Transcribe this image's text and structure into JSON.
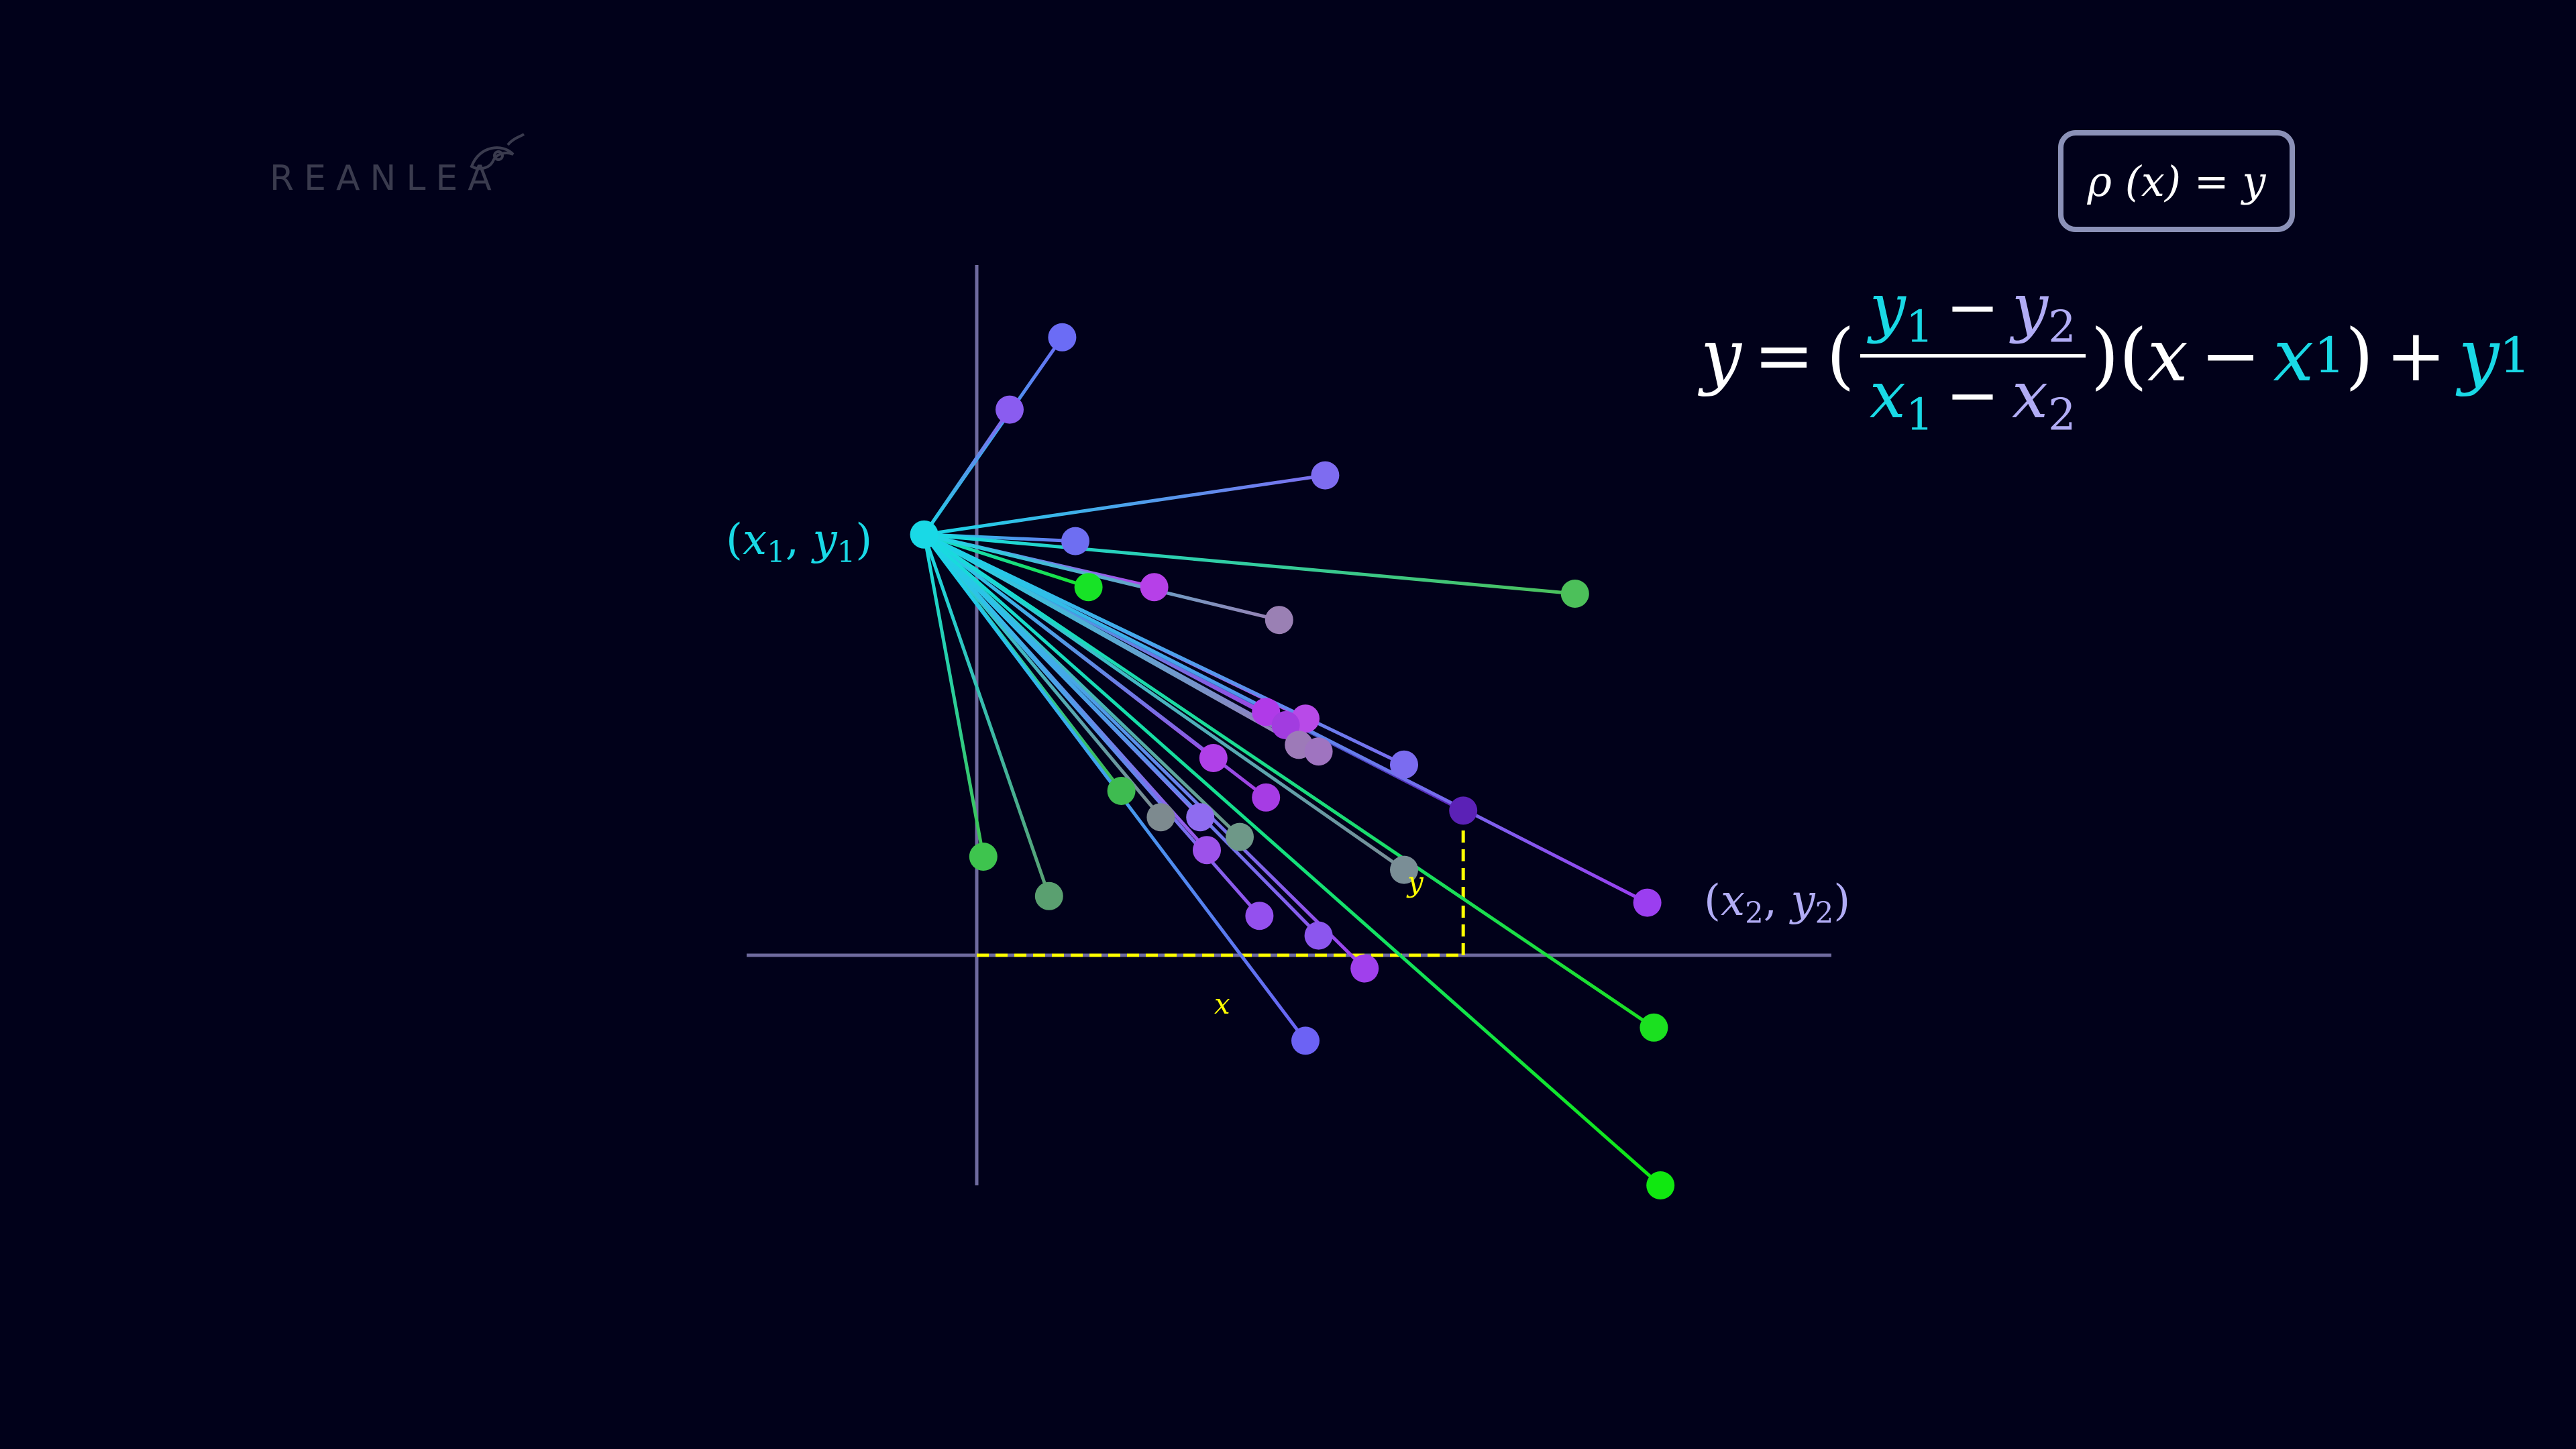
{
  "logo": {
    "text": "REANLEA",
    "icon": "swan-logo-icon"
  },
  "math_box": {
    "text": "ρ (x) = y"
  },
  "formula": {
    "lhs": "y",
    "eq": "=",
    "num_a": "y",
    "num_a_sub": "1",
    "num_op": "−",
    "num_b": "y",
    "num_b_sub": "2",
    "den_a": "x",
    "den_a_sub": "1",
    "den_op": "−",
    "den_b": "x",
    "den_b_sub": "2",
    "open1": "(",
    "close1": ")",
    "open2": "(",
    "x": "x",
    "minus": "−",
    "x1": "x",
    "x1_sub": "1",
    "close2": ")",
    "plus": "+",
    "y1": "y",
    "y1_sub": "1"
  },
  "labels": {
    "p1": {
      "open": "(",
      "a": "x",
      "a_sub": "1",
      "comma": ", ",
      "b": "y",
      "b_sub": "1",
      "close": ")"
    },
    "p2": {
      "open": "(",
      "a": "x",
      "a_sub": "2",
      "comma": ", ",
      "b": "y",
      "b_sub": "2",
      "close": ")"
    },
    "x_axis_var": "x",
    "y_axis_var": "y"
  },
  "colors": {
    "background": "#01011a",
    "axes": "#6e6a9e",
    "anchor": "#19d9e6",
    "label_cyan": "#19d9e6",
    "label_lavender": "#b1acf5",
    "guide": "#ffff00",
    "box_border": "#8b91b8"
  },
  "diagram": {
    "anchor": [
      -0.8,
      6.4
    ],
    "axes": {
      "x_range": [
        -3.5,
        13
      ],
      "y_range": [
        -3.5,
        10.5
      ]
    },
    "highlight": {
      "x": 7.4,
      "y": 2.2
    },
    "points": [
      {
        "x": 1.3,
        "y": 9.4,
        "color": "#6b6cf5"
      },
      {
        "x": 0.5,
        "y": 8.3,
        "color": "#8a5cf0"
      },
      {
        "x": 5.3,
        "y": 7.3,
        "color": "#7e6cf0"
      },
      {
        "x": 1.5,
        "y": 6.3,
        "color": "#6e6ef2"
      },
      {
        "x": 9.1,
        "y": 5.5,
        "color": "#4cc05a"
      },
      {
        "x": 1.7,
        "y": 5.6,
        "color": "#17e326"
      },
      {
        "x": 2.7,
        "y": 5.6,
        "color": "#b640e8"
      },
      {
        "x": 4.6,
        "y": 5.1,
        "color": "#9a80b4"
      },
      {
        "x": 4.4,
        "y": 3.7,
        "color": "#b03ae8"
      },
      {
        "x": 5.0,
        "y": 3.6,
        "color": "#b84ae8"
      },
      {
        "x": 4.7,
        "y": 3.5,
        "color": "#a23ce0"
      },
      {
        "x": 4.9,
        "y": 3.2,
        "color": "#9d7ab8"
      },
      {
        "x": 5.2,
        "y": 3.1,
        "color": "#9f74c0"
      },
      {
        "x": 6.5,
        "y": 2.9,
        "color": "#7b6cf0"
      },
      {
        "x": 3.6,
        "y": 3.0,
        "color": "#b040e8"
      },
      {
        "x": 4.4,
        "y": 2.4,
        "color": "#a63ce4"
      },
      {
        "x": 7.4,
        "y": 2.2,
        "color": "#5b21b6"
      },
      {
        "x": 2.2,
        "y": 2.5,
        "color": "#3ebb50"
      },
      {
        "x": 3.4,
        "y": 2.1,
        "color": "#8f6cf0"
      },
      {
        "x": 2.8,
        "y": 2.1,
        "color": "#7d8a8f"
      },
      {
        "x": 4.0,
        "y": 1.8,
        "color": "#6e9888"
      },
      {
        "x": 3.5,
        "y": 1.6,
        "color": "#9d52ea"
      },
      {
        "x": 6.5,
        "y": 1.3,
        "color": "#7a8e96"
      },
      {
        "x": 10.2,
        "y": 0.8,
        "color": "#9b3ef0"
      },
      {
        "x": 0.1,
        "y": 1.5,
        "color": "#3ec44e"
      },
      {
        "x": 1.1,
        "y": 0.9,
        "color": "#5aa070"
      },
      {
        "x": 4.3,
        "y": 0.6,
        "color": "#9450ee"
      },
      {
        "x": 5.2,
        "y": 0.3,
        "color": "#8c56ee"
      },
      {
        "x": 5.9,
        "y": -0.2,
        "color": "#a040ec"
      },
      {
        "x": 5.0,
        "y": -1.3,
        "color": "#6c62f4"
      },
      {
        "x": 10.3,
        "y": -1.1,
        "color": "#1be020"
      },
      {
        "x": 10.4,
        "y": -3.5,
        "color": "#10e810"
      }
    ]
  }
}
